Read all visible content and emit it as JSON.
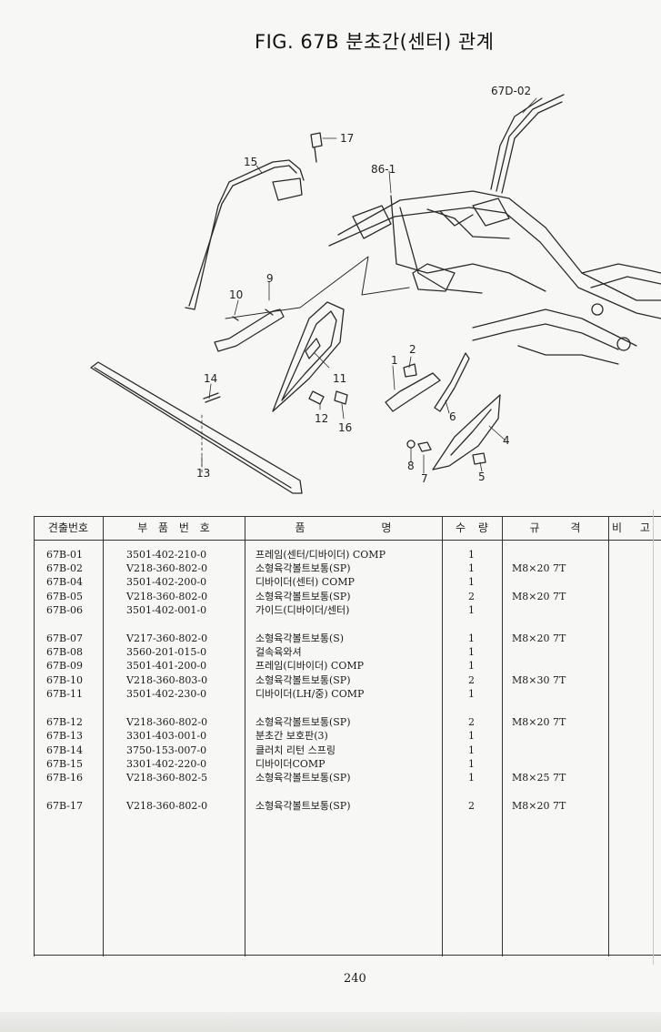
{
  "title": "FIG. 67B 분초간(센터) 관계",
  "diagram": {
    "callouts": [
      "67D-02",
      "86-1",
      "17",
      "15",
      "9",
      "10",
      "11",
      "14",
      "12",
      "16",
      "13",
      "1",
      "2",
      "6",
      "4",
      "8",
      "7",
      "5"
    ]
  },
  "table": {
    "headers": {
      "ref": "견출번호",
      "part_no": "부 품 번 호",
      "name": "품 명",
      "qty": "수 량",
      "spec": "규 격",
      "remark": "비 고"
    },
    "rows": [
      {
        "ref": "67B-01",
        "part_no": "3501-402-210-0",
        "name": "프레임(센터/디바이더) COMP",
        "qty": "1",
        "spec": ""
      },
      {
        "ref": "67B-02",
        "part_no": "V218-360-802-0",
        "name": "소형육각볼트보통(SP)",
        "qty": "1",
        "spec": "M8×20 7T"
      },
      {
        "ref": "67B-04",
        "part_no": "3501-402-200-0",
        "name": "디바이더(센터) COMP",
        "qty": "1",
        "spec": ""
      },
      {
        "ref": "67B-05",
        "part_no": "V218-360-802-0",
        "name": "소형육각볼트보통(SP)",
        "qty": "2",
        "spec": "M8×20 7T"
      },
      {
        "ref": "67B-06",
        "part_no": "3501-402-001-0",
        "name": "가이드(디바이더/센터)",
        "qty": "1",
        "spec": ""
      },
      {
        "ref": "67B-07",
        "part_no": "V217-360-802-0",
        "name": "소형육각볼트보통(S)",
        "qty": "1",
        "spec": "M8×20 7T"
      },
      {
        "ref": "67B-08",
        "part_no": "3560-201-015-0",
        "name": "걸속육와셔",
        "qty": "1",
        "spec": ""
      },
      {
        "ref": "67B-09",
        "part_no": "3501-401-200-0",
        "name": "프레임(디바이더) COMP",
        "qty": "1",
        "spec": ""
      },
      {
        "ref": "67B-10",
        "part_no": "V218-360-803-0",
        "name": "소형육각볼트보통(SP)",
        "qty": "2",
        "spec": "M8×30 7T"
      },
      {
        "ref": "67B-11",
        "part_no": "3501-402-230-0",
        "name": "디바이더(LH/중) COMP",
        "qty": "1",
        "spec": ""
      },
      {
        "ref": "67B-12",
        "part_no": "V218-360-802-0",
        "name": "소형육각볼트보통(SP)",
        "qty": "2",
        "spec": "M8×20 7T"
      },
      {
        "ref": "67B-13",
        "part_no": "3301-403-001-0",
        "name": "분초간 보호판(3)",
        "qty": "1",
        "spec": ""
      },
      {
        "ref": "67B-14",
        "part_no": "3750-153-007-0",
        "name": "클러치 리턴 스프링",
        "qty": "1",
        "spec": ""
      },
      {
        "ref": "67B-15",
        "part_no": "3301-402-220-0",
        "name": "디바이더COMP",
        "qty": "1",
        "spec": ""
      },
      {
        "ref": "67B-16",
        "part_no": "V218-360-802-5",
        "name": "소형육각볼트보통(SP)",
        "qty": "1",
        "spec": "M8×25 7T"
      },
      {
        "ref": "67B-17",
        "part_no": "V218-360-802-0",
        "name": "소형육각볼트보통(SP)",
        "qty": "2",
        "spec": "M8×20 7T"
      }
    ]
  },
  "page_number": "240"
}
